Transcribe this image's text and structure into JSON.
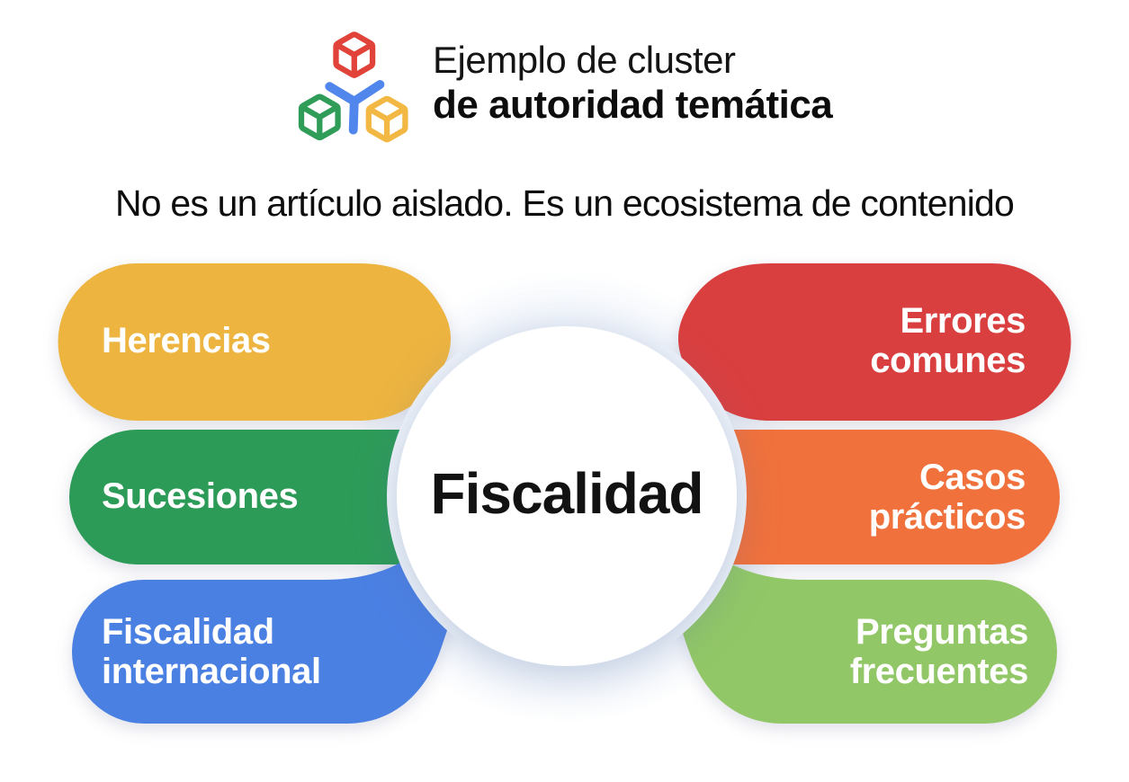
{
  "header": {
    "logo": {
      "icon": "cluster-cubes-logo",
      "colors": {
        "red": "#E1433A",
        "green": "#2F9D58",
        "yellow": "#F2B843",
        "blue": "#5186EC"
      }
    },
    "title_line1": "Ejemplo de cluster",
    "title_line2": "de autoridad temática"
  },
  "subtitle": "No es un artículo aislado. Es un ecosistema de contenido",
  "diagram": {
    "center": {
      "label": "Fiscalidad",
      "bg": "#FFFFFF"
    },
    "halo_color": "#E7EEF8",
    "nodes": [
      {
        "label": "Herencias",
        "color": "#EDB440",
        "position": "left-top"
      },
      {
        "label": "Sucesiones",
        "color": "#2D9B58",
        "position": "left-middle"
      },
      {
        "label": "Fiscalidad internacional",
        "color": "#4B80E3",
        "position": "left-bottom"
      },
      {
        "label": "Errores comunes",
        "color": "#DA3F3F",
        "position": "right-top"
      },
      {
        "label": "Casos prácticos",
        "color": "#F0713C",
        "position": "right-middle"
      },
      {
        "label": "Preguntas frecuentes",
        "color": "#92C767",
        "position": "right-bottom"
      }
    ]
  }
}
